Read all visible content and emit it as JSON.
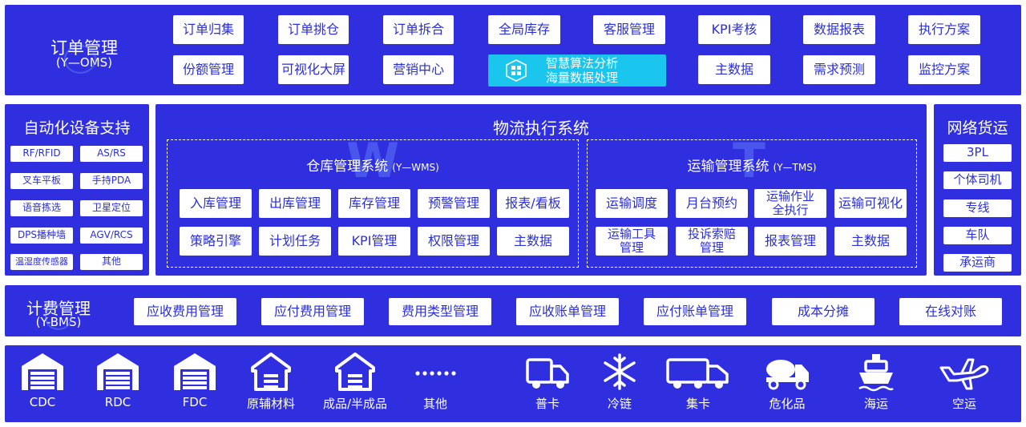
{
  "oms": {
    "title": "订单管理",
    "subtitle": "(Y—OMS)",
    "row1": [
      "订单归集",
      "订单挑仓",
      "订单拆合",
      "全局库存",
      "客服管理",
      "KPI考核",
      "数据报表",
      "执行方案"
    ],
    "row2a": [
      "份额管理",
      "可视化大屏",
      "营销中心"
    ],
    "highlight": {
      "line1": "智慧算法分析",
      "line2": "海量数据处理",
      "icon": "cube-icon"
    },
    "row2b": [
      "主数据",
      "需求预测",
      "监控方案"
    ]
  },
  "auto": {
    "title": "自动化设备支持",
    "items": [
      "RF/RFID",
      "AS/RS",
      "叉车平板",
      "手持PDA",
      "语音拣选",
      "卫星定位",
      "DPS播种墙",
      "AGV/RCS",
      "温湿度传感器",
      "其他"
    ]
  },
  "les": {
    "title": "物流执行系统",
    "wms": {
      "title": "仓库管理系统",
      "code": "(Y—WMS)",
      "ghost": "W",
      "row1": [
        "入库管理",
        "出库管理",
        "库存管理",
        "预警管理",
        "报表/看板"
      ],
      "row2": [
        "策略引擎",
        "计划任务",
        "KPI管理",
        "权限管理",
        "主数据"
      ]
    },
    "tms": {
      "title": "运输管理系统",
      "code": "(Y—TMS)",
      "ghost": "T",
      "row1": [
        "运输调度",
        "月台预约",
        "运输作业\n全执行",
        "运输可视化"
      ],
      "row2": [
        "运输工具\n管理",
        "投诉索赔\n管理",
        "报表管理",
        "主数据"
      ]
    }
  },
  "network": {
    "title": "网络货运",
    "items": [
      "3PL",
      "个体司机",
      "专线",
      "车队",
      "承运商"
    ]
  },
  "bms": {
    "title": "计费管理",
    "subtitle": "(Y-BMS)",
    "items": [
      "应收费用管理",
      "应付费用管理",
      "费用类型管理",
      "应收账单管理",
      "应付账单管理",
      "成本分摊",
      "在线对账"
    ]
  },
  "bottom": {
    "items": [
      {
        "label": "CDC",
        "icon": "warehouse-icon"
      },
      {
        "label": "RDC",
        "icon": "warehouse-icon"
      },
      {
        "label": "FDC",
        "icon": "warehouse-icon"
      },
      {
        "label": "原辅材料",
        "icon": "house-icon"
      },
      {
        "label": "成品/半成品",
        "icon": "house-icon"
      },
      {
        "label": "其他",
        "icon": "dots-icon"
      },
      {
        "label": "普卡",
        "icon": "truck-icon"
      },
      {
        "label": "冷链",
        "icon": "snowflake-icon"
      },
      {
        "label": "集卡",
        "icon": "container-truck-icon"
      },
      {
        "label": "危化品",
        "icon": "tanker-truck-icon"
      },
      {
        "label": "海运",
        "icon": "ship-icon"
      },
      {
        "label": "空运",
        "icon": "plane-icon"
      }
    ]
  },
  "colors": {
    "band": "#2f2fe0",
    "text": "#2b2fd6",
    "highlight": "#1bc6ee",
    "background": "#ffffff"
  }
}
